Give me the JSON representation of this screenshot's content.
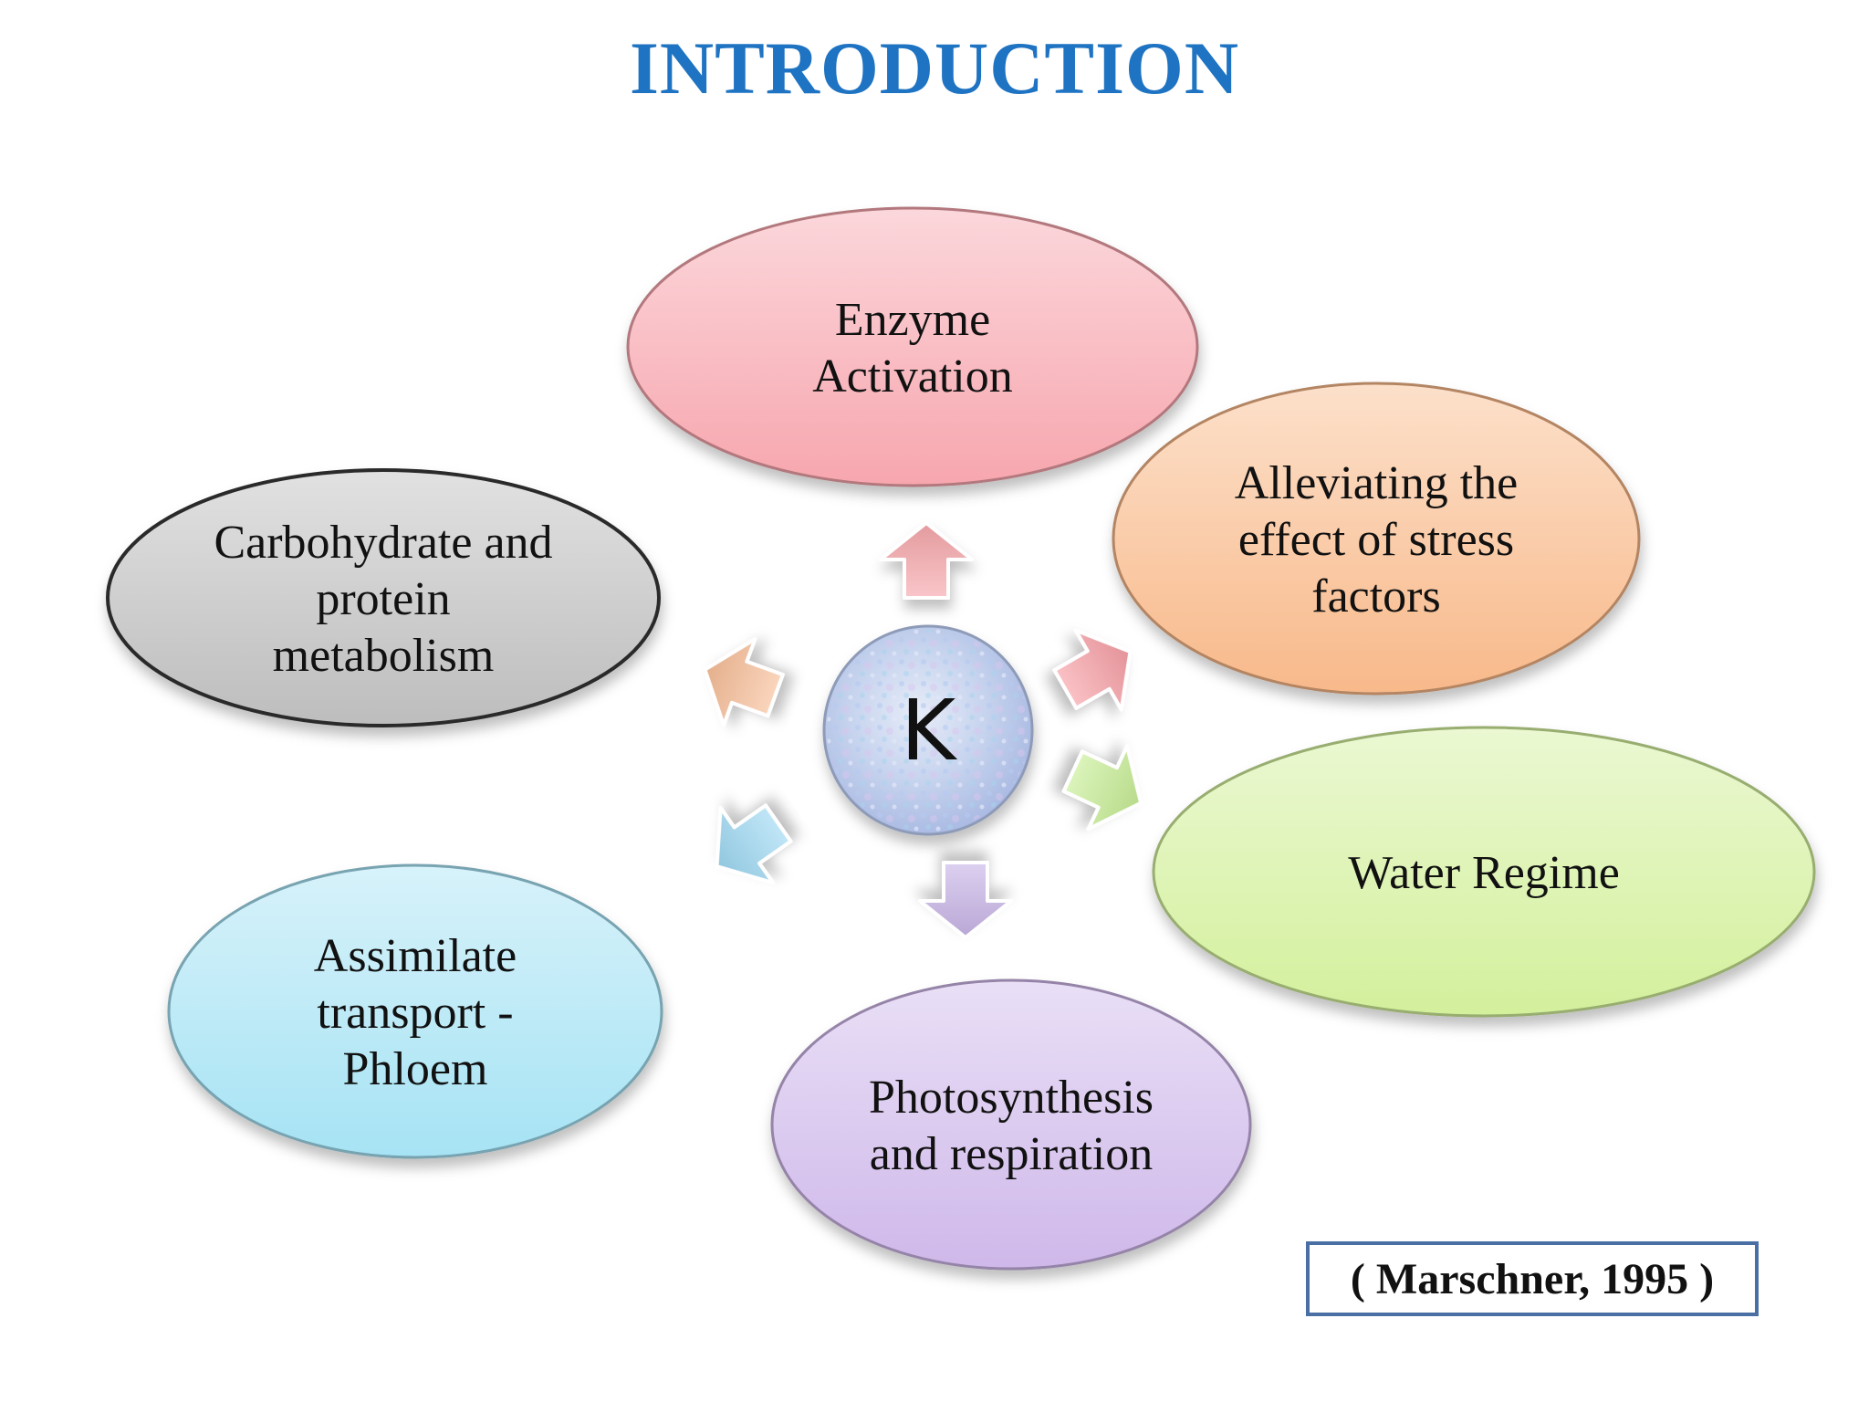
{
  "title": "INTRODUCTION",
  "center": {
    "label": "K"
  },
  "nodes": [
    {
      "id": "enzyme",
      "lines": [
        "Enzyme",
        "Activation"
      ],
      "color": "#F7A6AE"
    },
    {
      "id": "stress",
      "lines": [
        "Alleviating the",
        "effect of stress",
        "factors"
      ],
      "color": "#F8B98A"
    },
    {
      "id": "water",
      "lines": [
        "Water Regime"
      ],
      "color": "#D3F09C"
    },
    {
      "id": "photo",
      "lines": [
        "Photosynthesis",
        "and respiration"
      ],
      "color": "#CFB8EA"
    },
    {
      "id": "assimilate",
      "lines": [
        "Assimilate",
        "transport -",
        "Phloem"
      ],
      "color": "#A6E3F4"
    },
    {
      "id": "carbo",
      "lines": [
        "Carbohydrate and",
        "protein",
        "metabolism"
      ],
      "color": "#BDBDBD"
    }
  ],
  "arrow_colors": [
    "#F7A8AC",
    "#F7A0A6",
    "#C8EE96",
    "#C9B6E8",
    "#9ED8F2",
    "#F8BE98"
  ],
  "citation": "( Marschner, 1995 )"
}
